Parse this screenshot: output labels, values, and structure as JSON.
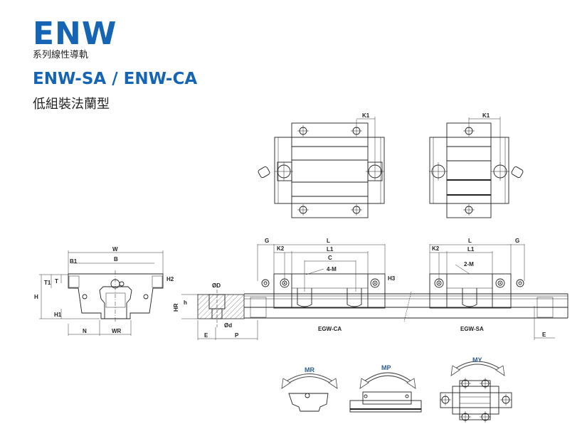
{
  "header": {
    "series_title": "ENW",
    "series_subtitle": "系列線性導軌",
    "model_title": "ENW-SA / ENW-CA",
    "model_subtitle": "低組裝法蘭型"
  },
  "top_views": {
    "left_k": "K1",
    "right_k": "K1"
  },
  "front_view": {
    "W": "W",
    "B": "B",
    "B1": "B1",
    "T": "T",
    "T1": "T1",
    "H": "H",
    "H1": "H1",
    "H2": "H2",
    "N": "N",
    "WR": "WR"
  },
  "rail_section": {
    "D": "ØD",
    "d": "Ød",
    "h": "h",
    "HR": "HR",
    "E": "E",
    "P": "P"
  },
  "side_views": {
    "ca": {
      "G": "G",
      "L": "L",
      "K2": "K2",
      "L1": "L1",
      "C": "C",
      "M": "4-M",
      "H3": "H3",
      "name": "EGW-CA"
    },
    "sa": {
      "G": "G",
      "L": "L",
      "K2": "K2",
      "L1": "L1",
      "M": "2-M",
      "name": "EGW-SA",
      "E": "E"
    }
  },
  "moments": {
    "roll": "MR",
    "pitch": "MP",
    "yaw": "MY"
  },
  "colors": {
    "title_blue": "#1565b4",
    "moment_label": "#2d5d8f"
  }
}
